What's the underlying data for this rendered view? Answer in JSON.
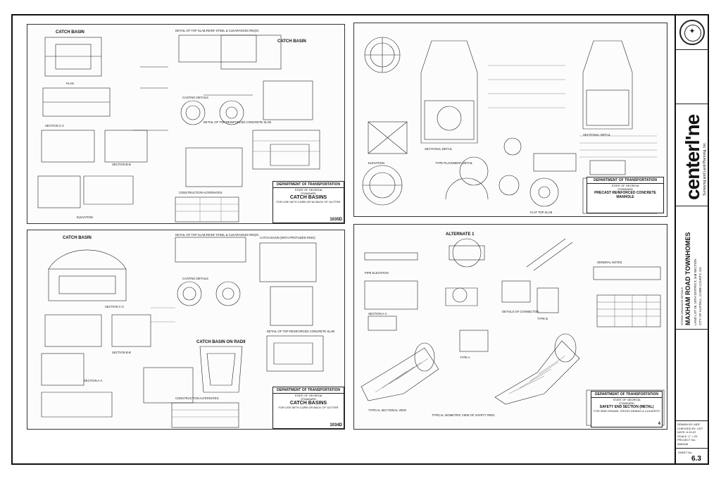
{
  "sheet": {
    "company": "centerl'ne",
    "company_sub": "Surveying and Land Planning, Inc.",
    "project_heading": "STORM DRAINAGE DETAILS",
    "project_title": "MAXHAM ROAD TOWNHOMES",
    "project_location_1": "LAND LOT 28, 18TH DISTRICT, 2nd SECTION",
    "project_location_2": "CITY OF AUSTELL, COBB COUNTY, GA",
    "info": {
      "drawn": "DRAWN BY: MDF",
      "checked": "CHECKED BY: CDT",
      "date": "DATE: 6-10-22",
      "scale": "SCALE: 1\" = 20'",
      "project_no_label": "PROJECT No.:",
      "project_no": "WA0046"
    },
    "sheet_no_label": "SHEET No.",
    "sheet_no": "6.3"
  },
  "panels": [
    {
      "id": "p1",
      "titles": [
        "CATCH BASIN",
        "DETAIL OF TOP SLAB,REINF STEEL & CLEARANCES REQ'D.",
        "CATCH BASIN",
        "CASTING DETAILS",
        "SECTION C-C",
        "SECTION B-B",
        "PLAN",
        "ELEVATION",
        "DETAIL OF TOP REINFORCED CONCRETE SLAB",
        "CONSTRUCTION ALTERNATES"
      ],
      "tb": {
        "agency": "DEPARTMENT OF TRANSPORTATION",
        "state": "STATE OF GEORGIA",
        "std": "STANDARD",
        "name": "CATCH BASINS",
        "note": "FOR USE WITH CURB OR W/ BACK OF GUTTER",
        "number": "1035D"
      }
    },
    {
      "id": "p2",
      "titles": [
        "SECTIONAL DETAIL",
        "SECTIONAL DETAIL",
        "TYPE PLACEMENT DETAIL",
        "FLAT TOP SLAB",
        "ELEVATION"
      ],
      "tb": {
        "agency": "DEPARTMENT OF TRANSPORTATION",
        "state": "STATE OF GEORGIA",
        "std": "STANDARD",
        "name": "PRECAST REINFORCED CONCRETE MANHOLE",
        "note": "",
        "number": ""
      }
    },
    {
      "id": "p3",
      "titles": [
        "CATCH BASIN",
        "DETAIL OF TOP SLAB,REINF STEEL & CLEARANCES REQ'D.",
        "CATCH BASIN (WITH PROTUDED RING)",
        "CASTING DETAILS",
        "CATCH BASIN ON RADII",
        "SECTION C-C",
        "SECTION B-B",
        "SECTION A-A",
        "DETAIL OF TOP REINFORCED CONCRETE SLAB",
        "CONSTRUCTION ALTERNATES"
      ],
      "tb": {
        "agency": "DEPARTMENT OF TRANSPORTATION",
        "state": "STATE OF GEORGIA",
        "std": "STANDARD",
        "name": "CATCH BASINS",
        "note": "FOR USE WITH CURB OR BACK OF GUTTER",
        "number": "1034D"
      }
    },
    {
      "id": "p4",
      "titles": [
        "ALTERNATE 1",
        "GENERAL NOTES",
        "SECTION A-A",
        "PIPE ELEVATION",
        "TYPE A",
        "TYPE B",
        "DETAILS OF CONNECTOR",
        "TYPICAL SECTIONAL VIEW",
        "TYPICAL ISOMETRIC VIEW OF SAFETY RING"
      ],
      "tb": {
        "agency": "DEPARTMENT OF TRANSPORTATION",
        "state": "STATE OF GEORGIA",
        "std": "STANDARD",
        "name": "SAFETY END SECTION (METAL)",
        "note": "FOR SIDE DRAINS, CROSS DRAINS & CULVERTS",
        "number": "4"
      }
    }
  ]
}
